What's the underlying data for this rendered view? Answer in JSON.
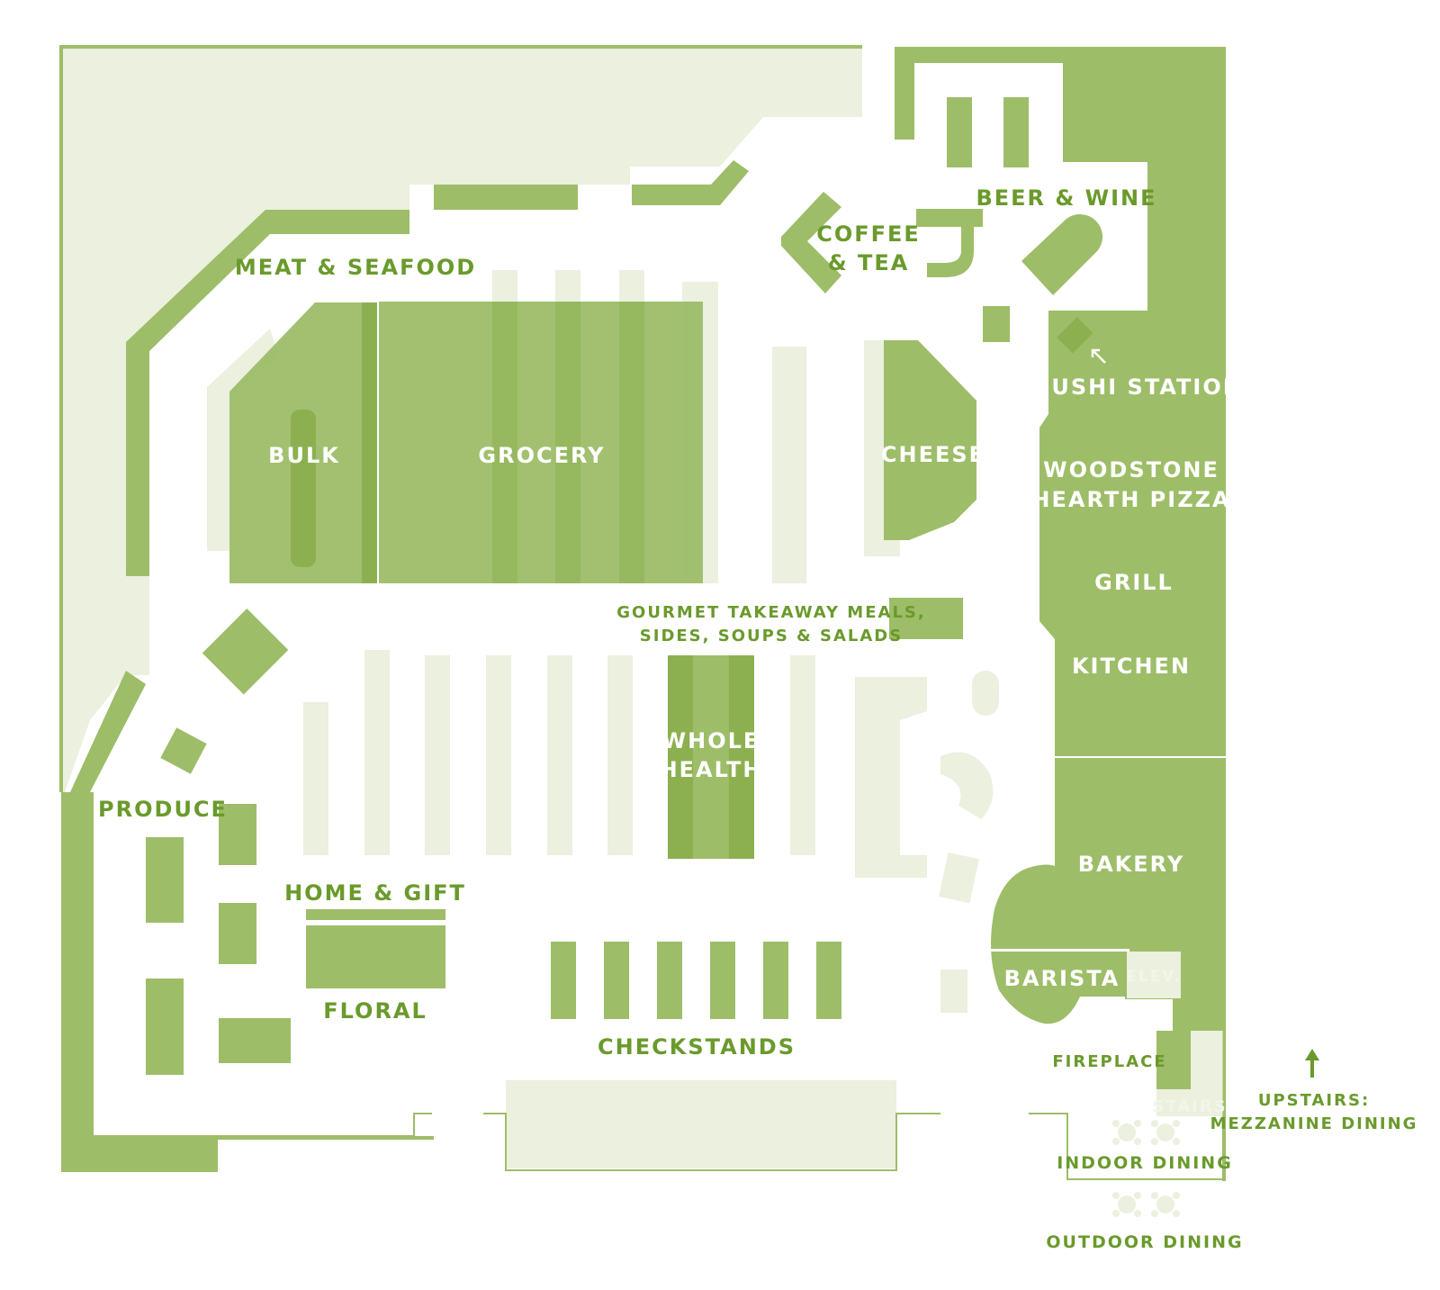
{
  "colors": {
    "green": "#9dbd68",
    "dark_green": "#8cb050",
    "pale": "#ebf0df",
    "label_green": "#6a9a2c",
    "white": "#ffffff"
  },
  "labels": {
    "meat_seafood": "MEAT & SEAFOOD",
    "coffee_1": "COFFEE",
    "coffee_2": "& TEA",
    "beer_wine": "BEER & WINE",
    "sushi": "SUSHI STATION",
    "woodstone_1": "WOODSTONE",
    "woodstone_2": "HEARTH PIZZA",
    "grill": "GRILL",
    "kitchen": "KITCHEN",
    "bulk": "BULK",
    "grocery": "GROCERY",
    "cheese": "CHEESE",
    "gourmet_1": "GOURMET TAKEAWAY MEALS,",
    "gourmet_2": "SIDES, SOUPS & SALADS",
    "whole_health_1": "WHOLE",
    "whole_health_2": "HEALTH",
    "produce": "PRODUCE",
    "home_gift": "HOME & GIFT",
    "floral": "FLORAL",
    "checkstands": "CHECKSTANDS",
    "bakery": "BAKERY",
    "barista": "BARISTA",
    "elev": "ELEV.",
    "fireplace": "FIREPLACE",
    "stairs": "STAIRS",
    "upstairs_1": "UPSTAIRS:",
    "upstairs_2": "MEZZANINE DINING",
    "indoor_dining": "INDOOR DINING",
    "outdoor_dining": "OUTDOOR DINING"
  },
  "icons": {
    "table": "dining-table-icon",
    "arrow_up": "up-arrow-icon",
    "pointer": "pointer-arrow-icon"
  }
}
